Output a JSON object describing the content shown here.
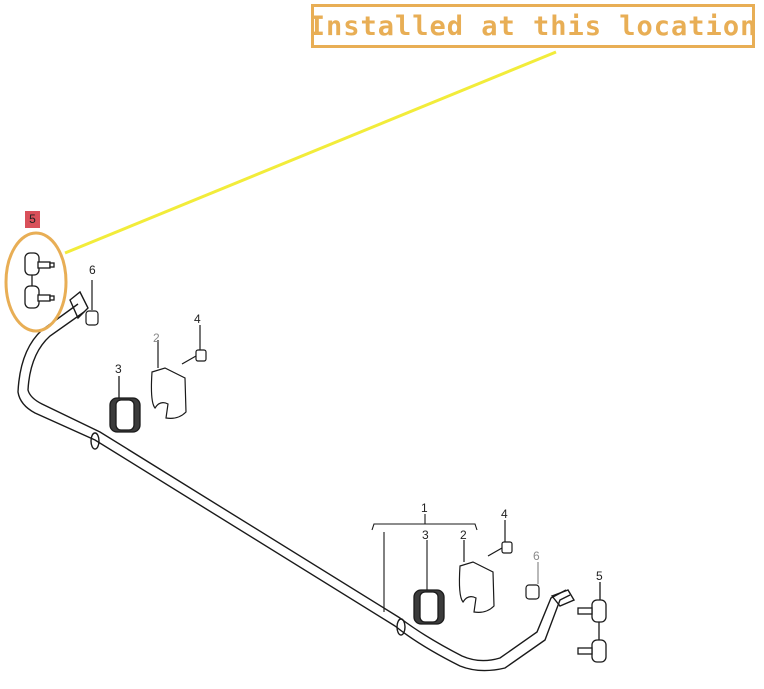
{
  "callout": {
    "text": "Installed at this location"
  },
  "colors": {
    "highlight": "#e8ae55",
    "pointer": "#f2ec3a",
    "flag": "#d9505a",
    "line": "#1a1a1a"
  },
  "labels": {
    "link_left": "5",
    "nut_left": "6",
    "bracket_left": "2",
    "bolt_left": "4",
    "bushing_left": "3",
    "assembly": "1",
    "bushing_right": "3",
    "bracket_right": "2",
    "bolt_right": "4",
    "nut_right": "6",
    "link_right": "5"
  }
}
